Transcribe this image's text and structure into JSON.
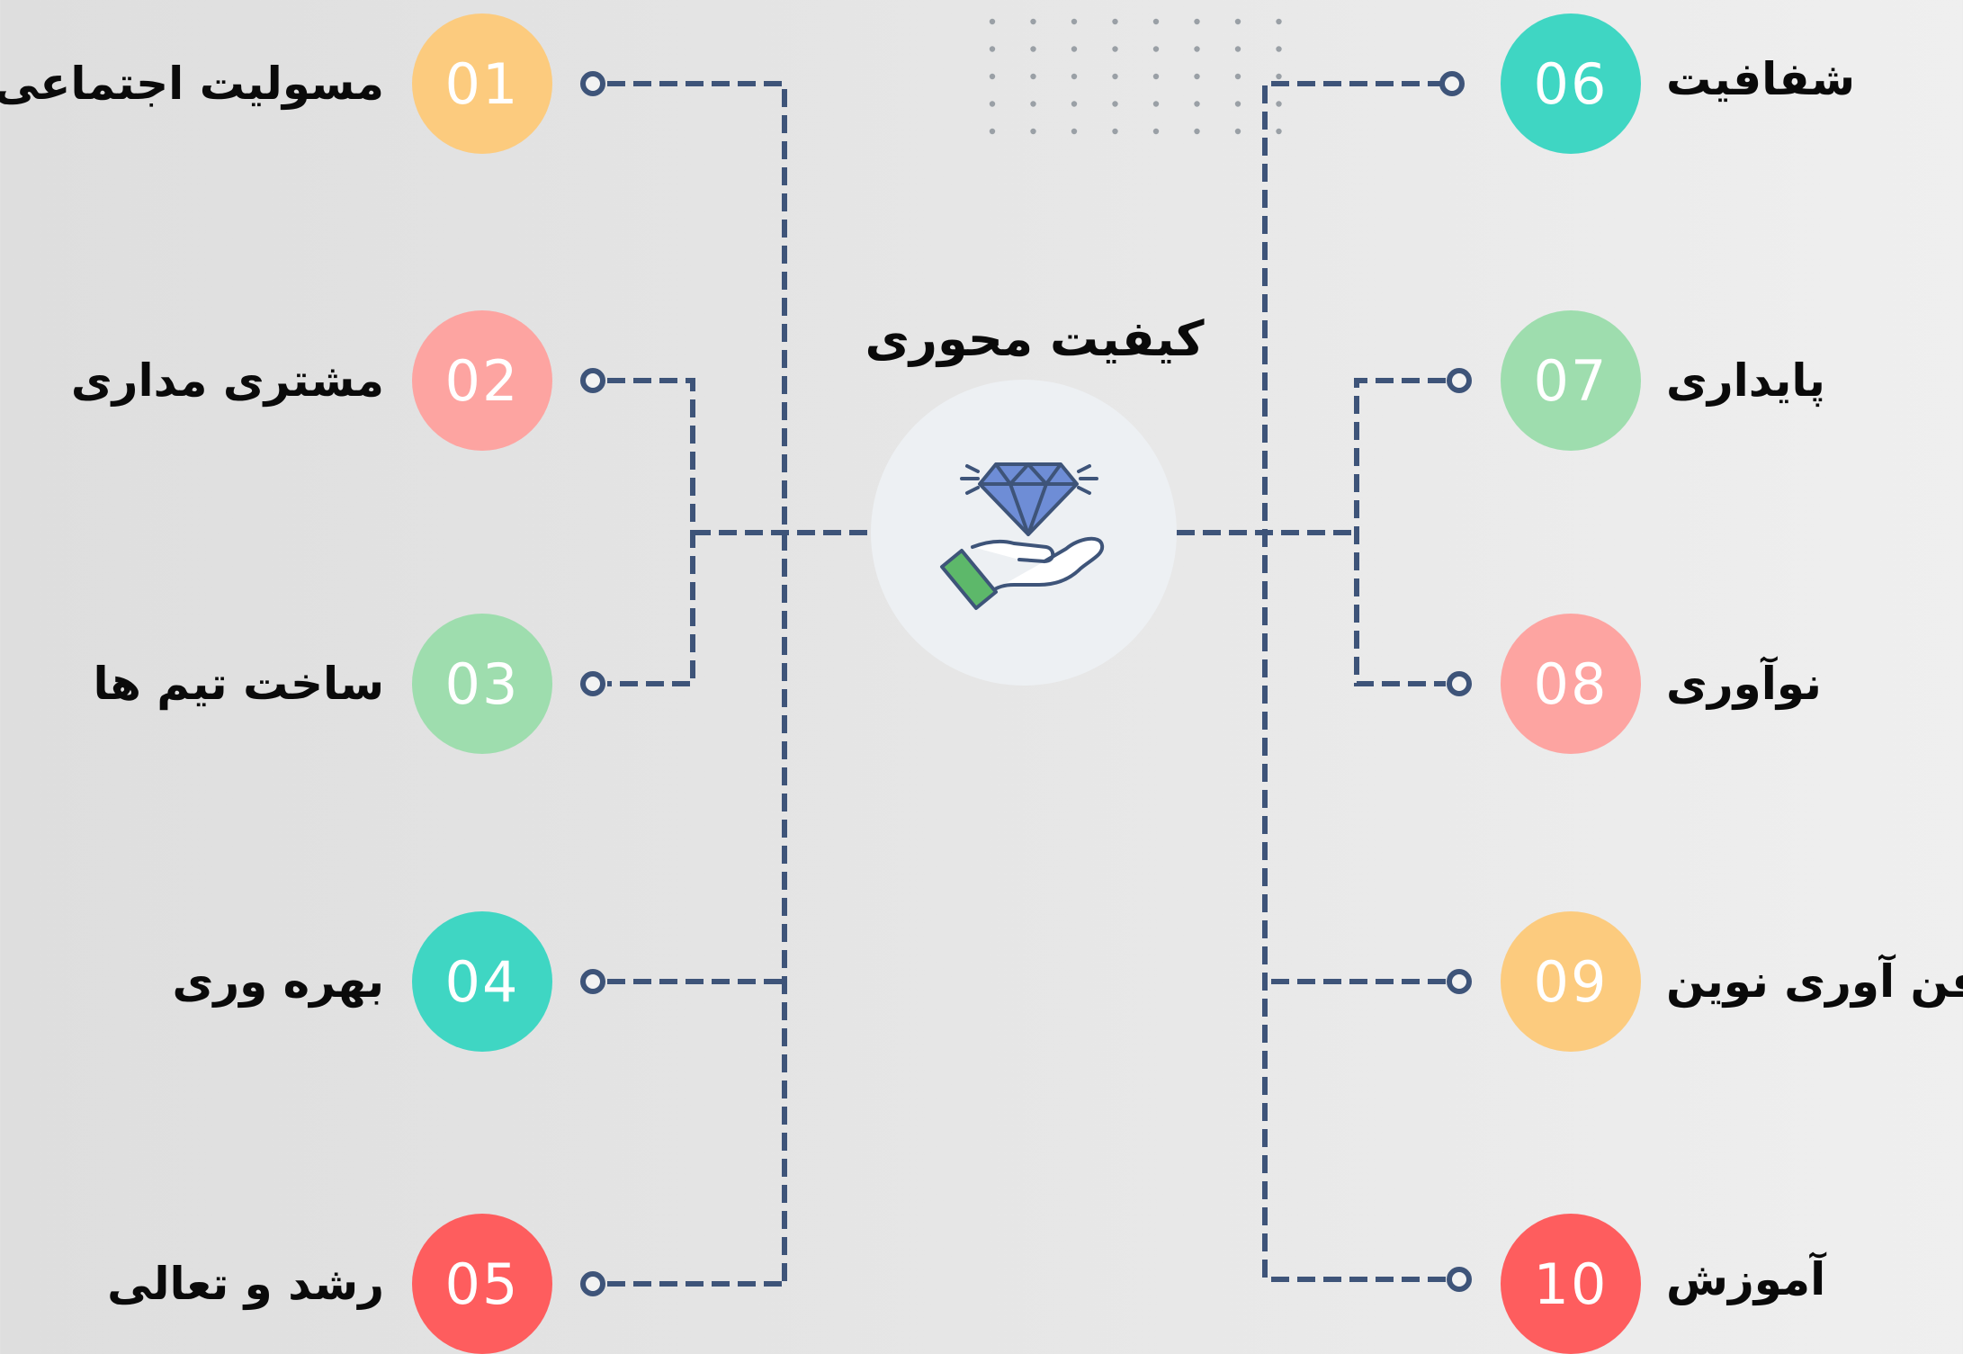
{
  "center": {
    "title": "کیفیت محوری",
    "icon": "diamond-on-hand-icon"
  },
  "items": [
    {
      "num": "01",
      "label": "مسولیت اجتماعی",
      "color": "#FCCB7E"
    },
    {
      "num": "02",
      "label": "مشتری مداری",
      "color": "#FDA4A1"
    },
    {
      "num": "03",
      "label": "ساخت تیم ها",
      "color": "#9EDDAE"
    },
    {
      "num": "04",
      "label": "بهره وری",
      "color": "#3FD6C3"
    },
    {
      "num": "05",
      "label": "رشد و تعالی",
      "color": "#FE5D5E"
    },
    {
      "num": "06",
      "label": "شفافیت",
      "color": "#3FD6C3"
    },
    {
      "num": "07",
      "label": "پایداری",
      "color": "#9EDDAE"
    },
    {
      "num": "08",
      "label": "نوآوری",
      "color": "#FDA4A1"
    },
    {
      "num": "09",
      "label": "فن آوری نوین",
      "color": "#FCCB7E"
    },
    {
      "num": "10",
      "label": "آموزش",
      "color": "#FE5D5E"
    }
  ],
  "colors": {
    "connector": "#3E5479"
  }
}
